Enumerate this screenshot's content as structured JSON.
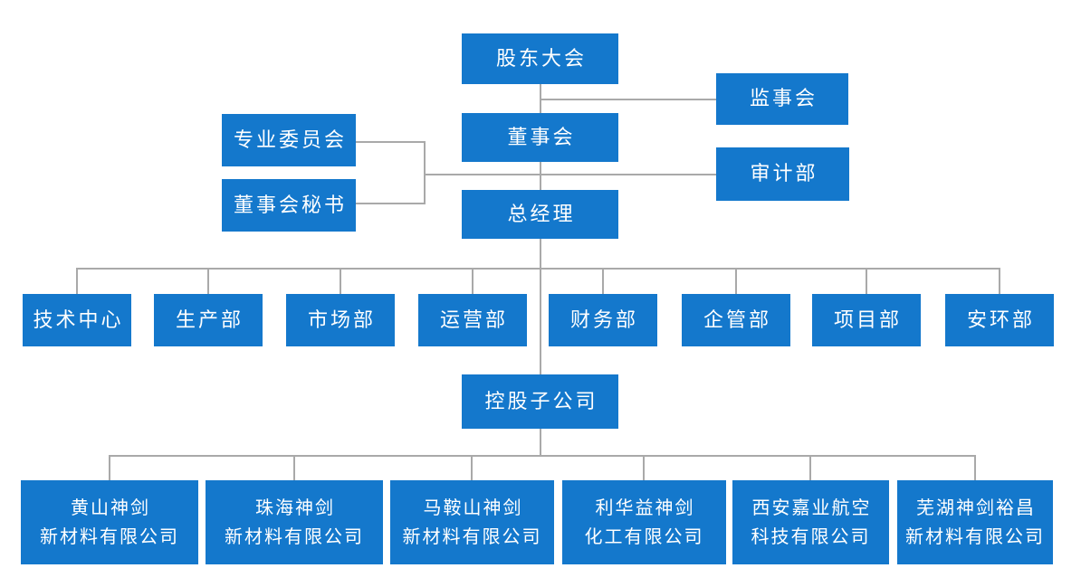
{
  "diagram_type": "org-chart",
  "palette": {
    "node_bg": "#1478cc",
    "node_text": "#ffffff",
    "connector": "#a9a9a9",
    "background": "#ffffff"
  },
  "nodes": {
    "shareholders": {
      "label": "股东大会"
    },
    "supervisory": {
      "label": "监事会"
    },
    "board": {
      "label": "董事会"
    },
    "committee": {
      "label": "专业委员会"
    },
    "audit": {
      "label": "审计部"
    },
    "secretary": {
      "label": "董事会秘书"
    },
    "gm": {
      "label": "总经理"
    },
    "tech_center": {
      "label": "技术中心"
    },
    "production": {
      "label": "生产部"
    },
    "marketing": {
      "label": "市场部"
    },
    "operations": {
      "label": "运营部"
    },
    "finance": {
      "label": "财务部"
    },
    "enterprise_mgmt": {
      "label": "企管部"
    },
    "project": {
      "label": "项目部"
    },
    "safety_env": {
      "label": "安环部"
    },
    "holding": {
      "label": "控股子公司"
    },
    "huangshan": {
      "label": "黄山神剑\n新材料有限公司"
    },
    "zhuhai": {
      "label": "珠海神剑\n新材料有限公司"
    },
    "maanshan": {
      "label": "马鞍山神剑\n新材料有限公司"
    },
    "lihuayi": {
      "label": "利华益神剑\n化工有限公司"
    },
    "xian_jiaye": {
      "label": "西安嘉业航空\n科技有限公司"
    },
    "wuhu": {
      "label": "芜湖神剑裕昌\n新材料有限公司"
    }
  }
}
